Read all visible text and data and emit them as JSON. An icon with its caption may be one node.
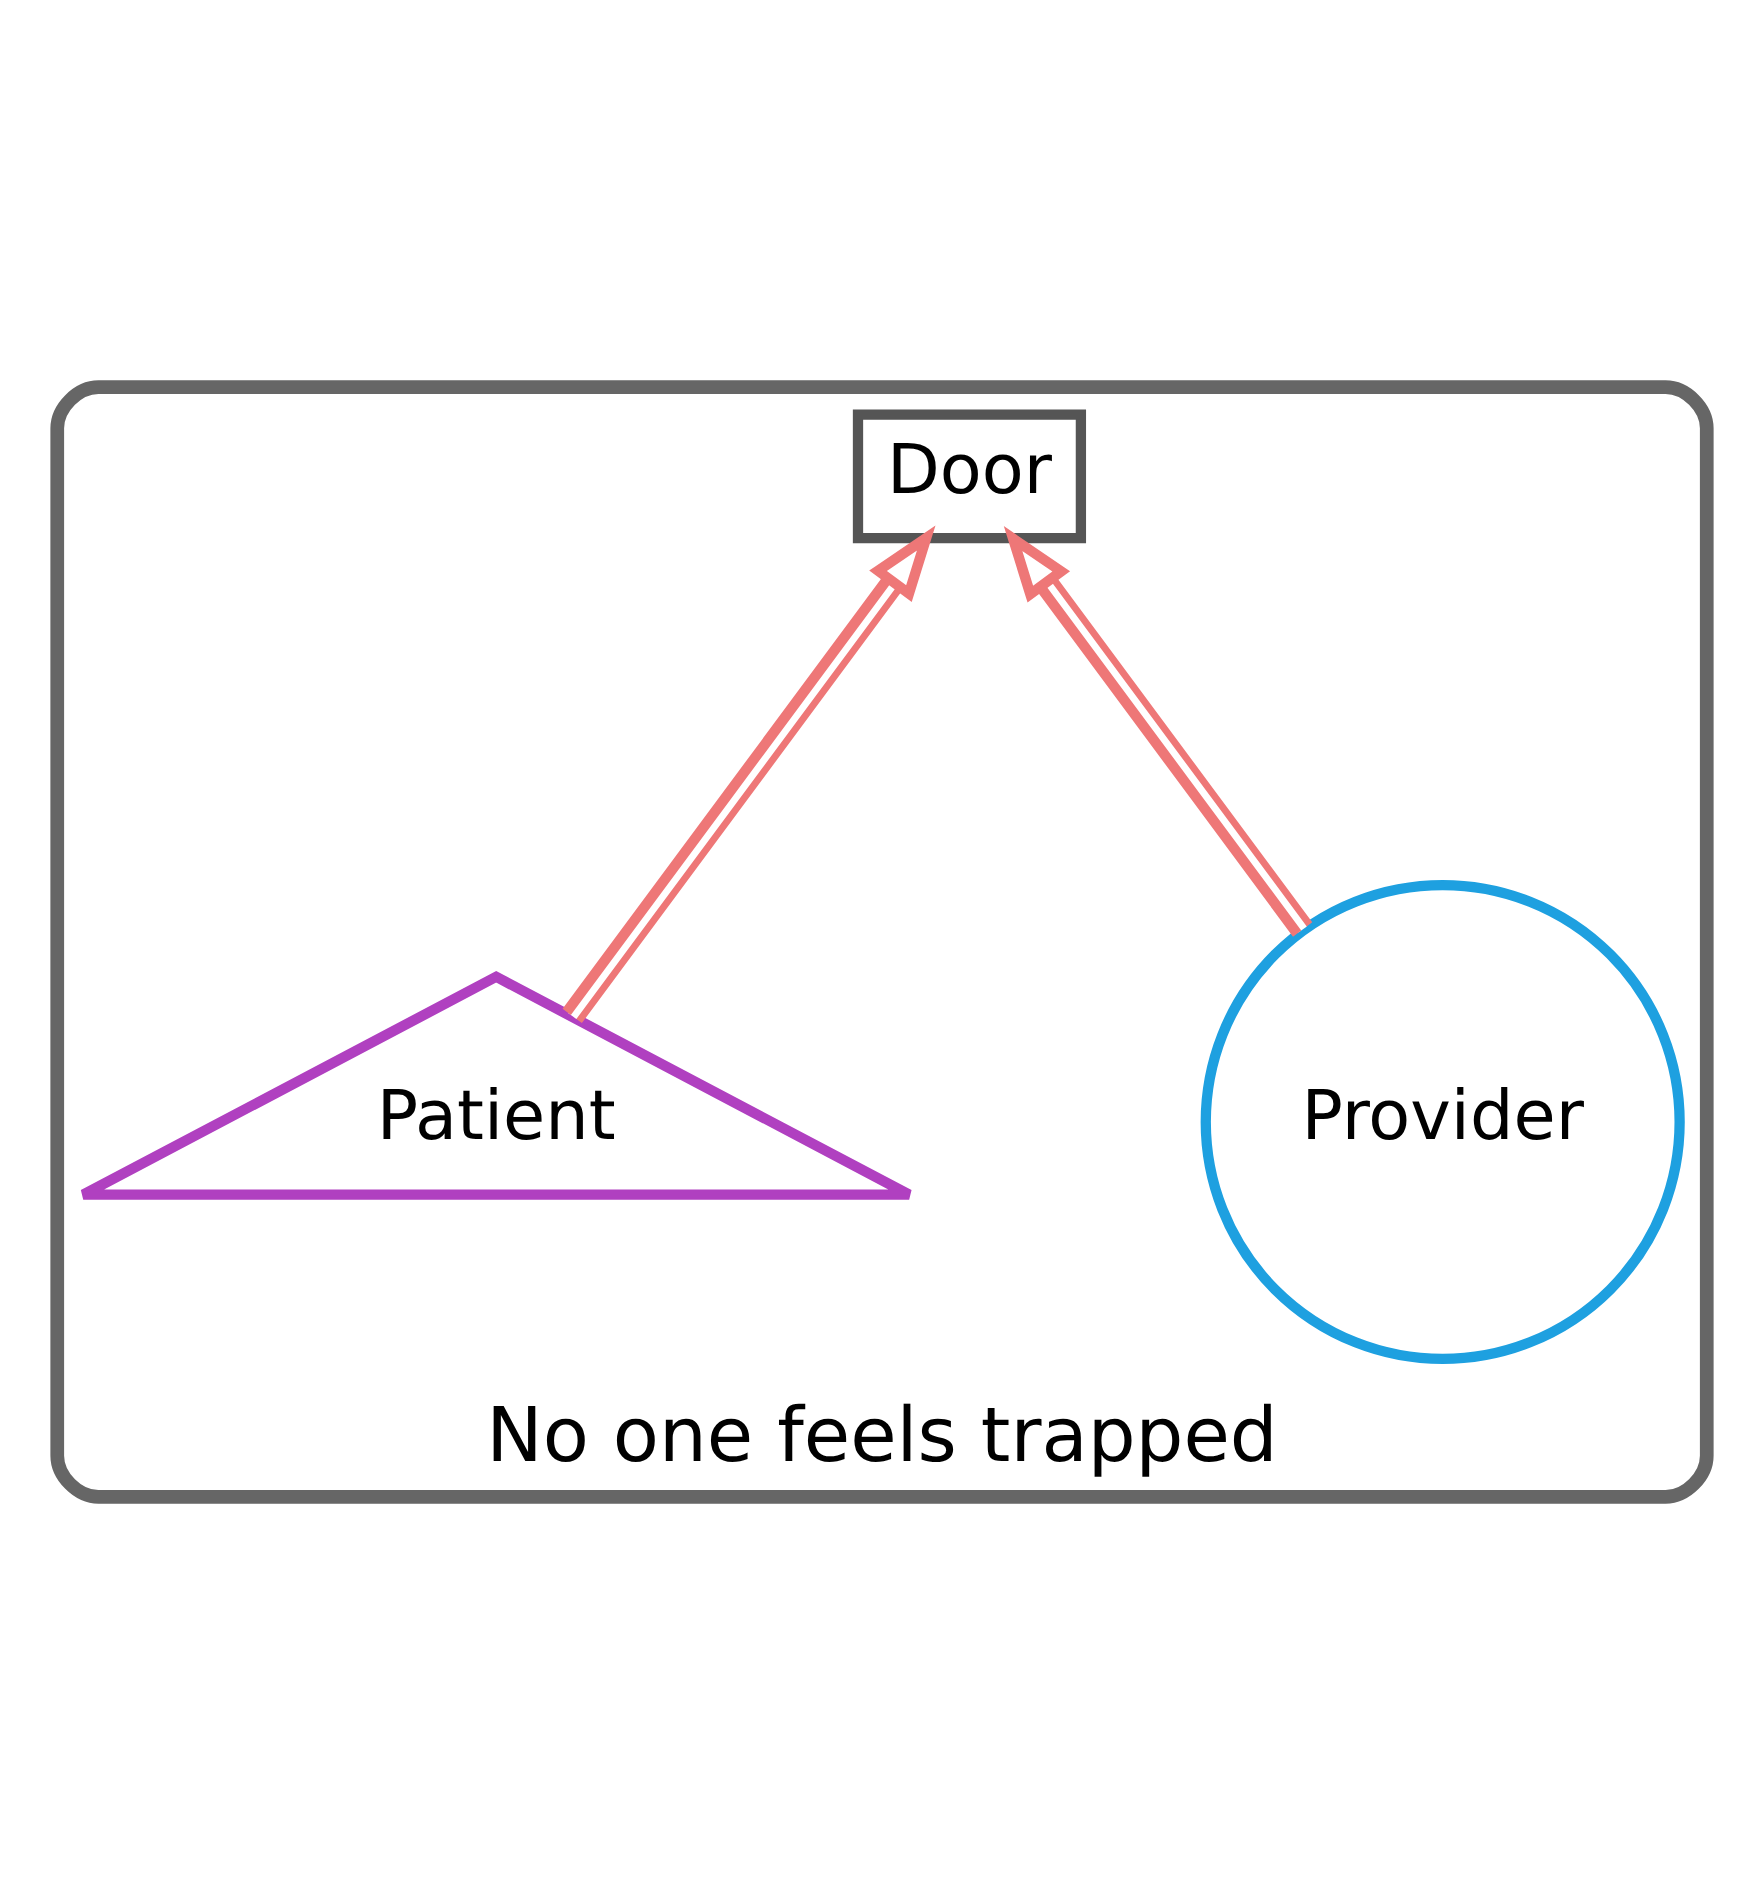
{
  "diagram": {
    "nodes": [
      {
        "text": [
          "No one feels trapped"
        ]
      },
      {
        "text": [
          "Door"
        ],
        "in": 0
      },
      {
        "text": [
          "Provider"
        ],
        "in": 0
      },
      {
        "text": [
          "Patient"
        ],
        "in": 0
      }
    ],
    "edges": [
      {
        "from": 2,
        "to": 1,
        "arrow": "to"
      },
      {
        "from": 3,
        "to": 1,
        "arrow": "to"
      }
    ]
  }
}
